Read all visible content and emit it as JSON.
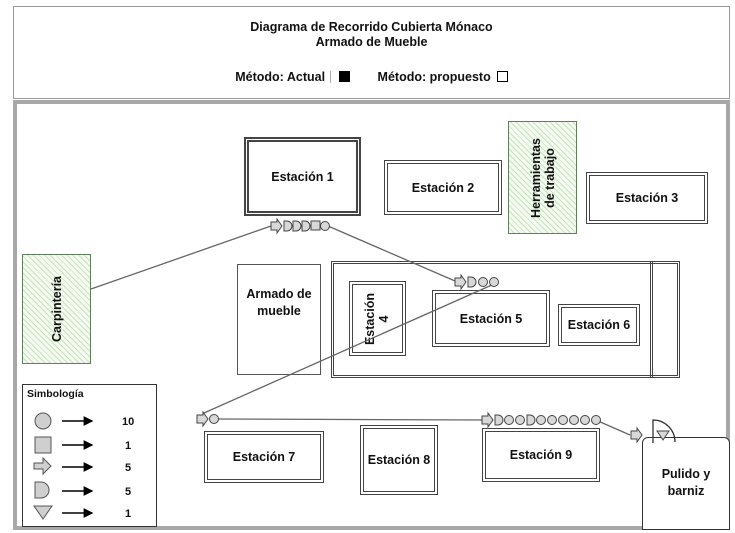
{
  "header": {
    "title_line1": "Diagrama de Recorrido Cubierta Mónaco",
    "title_line2": "Armado de Mueble",
    "method_actual": "Método: Actual",
    "method_proposed": "Método: propuesto"
  },
  "stations": {
    "s1": "Estación 1",
    "s2": "Estación 2",
    "s3": "Estación 3",
    "s4": "Estación 4",
    "s5": "Estación 5",
    "s6": "Estación 6",
    "s7": "Estación 7",
    "s8": "Estación 8",
    "s9": "Estación 9"
  },
  "areas": {
    "herramientas": "Herramientas de trabajo",
    "carpinteria": "Carpintería",
    "armado": "Armado de mueble",
    "pulido": "Pulido y barniz"
  },
  "legend": {
    "title": "Simbología",
    "items": [
      {
        "symbol": "circle-operation",
        "value": "10"
      },
      {
        "symbol": "square-inspection",
        "value": "1"
      },
      {
        "symbol": "arrow-transport",
        "value": "5"
      },
      {
        "symbol": "d-delay",
        "value": "5"
      },
      {
        "symbol": "triangle-storage",
        "value": "1"
      }
    ]
  },
  "colors": {
    "hatch_fill": "#c9e3c0",
    "border": "#444444",
    "plan_border": "#a8a8a8",
    "symbol_fill": "#d8d8d8"
  }
}
